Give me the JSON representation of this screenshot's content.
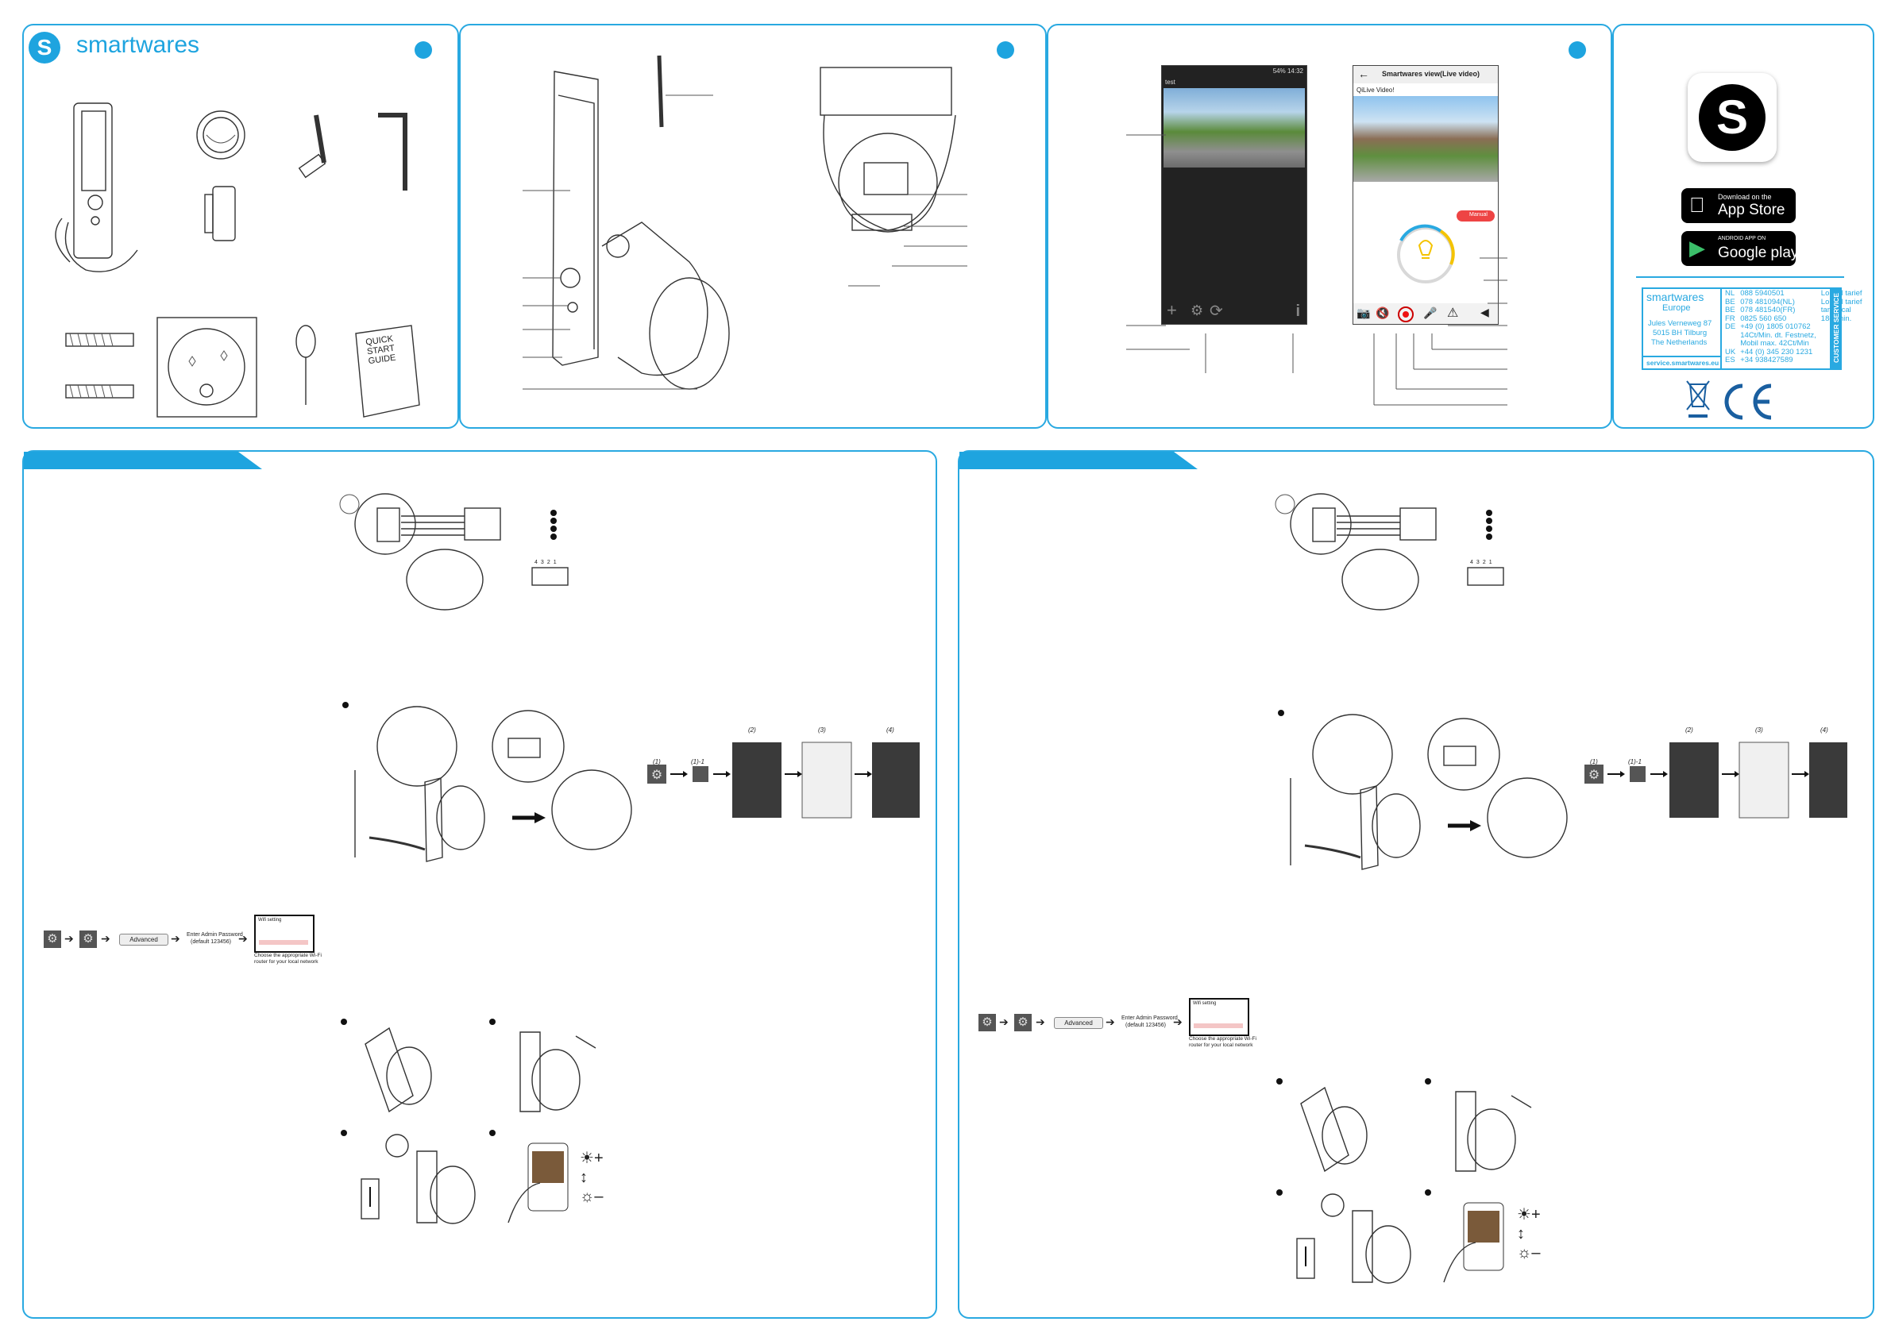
{
  "brand": {
    "logo_letter": "S",
    "name": "smartwares",
    "accent": "#1ea4df"
  },
  "accessories": {
    "guide_label": "QUICK\nSTART\nGUIDE"
  },
  "app": {
    "screen1": {
      "title": "test",
      "status": "54% 14:32"
    },
    "screen2": {
      "title": "Smartwares view(Live video)",
      "subtitle": "QiLive Video!",
      "toggle": "Manual"
    }
  },
  "stores": {
    "app_store_small": "Download on the",
    "app_store": "App Store",
    "google_small": "ANDROID APP ON",
    "google": "Google play"
  },
  "service": {
    "brand": "smartwares",
    "region": "Europe",
    "address": [
      "Jules Verneweg 87",
      "5015 BH Tilburg",
      "The Netherlands"
    ],
    "rows": [
      {
        "cc": "NL",
        "phone": "088 5940501",
        "rate": "Lokaal tarief"
      },
      {
        "cc": "BE",
        "phone": "078 481094(NL)",
        "rate": "Lokaal tarief"
      },
      {
        "cc": "BE",
        "phone": "078 481540(FR)",
        "rate": "tarif local"
      },
      {
        "cc": "FR",
        "phone": "0825 560 650",
        "rate": "18ct/min."
      },
      {
        "cc": "DE",
        "phone": "+49 (0) 1805 010762",
        "rate": ""
      },
      {
        "cc": "",
        "phone": "14Ct/Min. dt. Festnetz,",
        "rate": ""
      },
      {
        "cc": "",
        "phone": "Mobil max. 42Ct/Min",
        "rate": ""
      },
      {
        "cc": "UK",
        "phone": "+44 (0) 345 230 1231",
        "rate": ""
      },
      {
        "cc": "ES",
        "phone": "+34 938427589",
        "rate": ""
      }
    ],
    "website": "service.smartwares.eu",
    "side_label": "CUSTOMER SERVICE"
  },
  "config": {
    "advanced": "Advanced",
    "enter_password": "Enter Admin Password",
    "default_password": "(default 123456)",
    "choose_router": "Choose the appropriate Wi-Fi",
    "choose_router2": "router for your local network",
    "wifi_title": "Wifi setting",
    "steps": [
      "(1)",
      "(1)-1",
      "(2)",
      "(3)",
      "(4)"
    ]
  },
  "dip": {
    "labels": [
      "4",
      "3",
      "2",
      "1"
    ]
  },
  "brightness": {
    "plus": "+",
    "minus": "–"
  }
}
